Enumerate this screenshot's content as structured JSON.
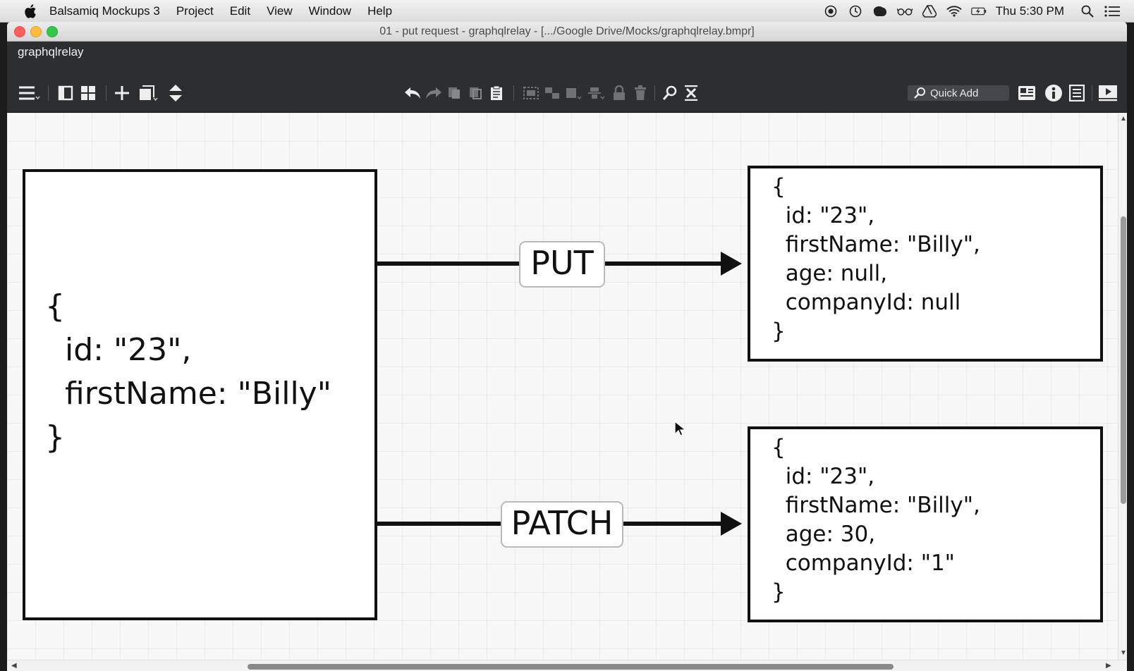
{
  "menubar": {
    "app": "Balsamiq Mockups 3",
    "items": [
      "Project",
      "Edit",
      "View",
      "Window",
      "Help"
    ],
    "clock": "Thu 5:30 PM"
  },
  "window": {
    "title": "01 - put request - graphqlrelay - [.../Google Drive/Mocks/graphqlrelay.bmpr]",
    "project_name": "graphqlrelay",
    "quick_add_label": "Quick Add"
  },
  "mockup": {
    "source_code": "{\n  id: \"23\",\n  firstName: \"Billy\"\n}",
    "put_label": "PUT",
    "patch_label": "PATCH",
    "put_result": "{\n  id: \"23\",\n  firstName: \"Billy\",\n  age: null,\n  companyId: null\n}",
    "patch_result": "{\n  id: \"23\",\n  firstName: \"Billy\",\n  age: 30,\n  companyId: \"1\"\n}"
  },
  "icons": {
    "toolbar_left": [
      "menu-icon",
      "single-pane-icon",
      "grid-view-icon",
      "add-icon",
      "duplicate-icon",
      "expand-icon"
    ],
    "toolbar_middle": [
      "undo-icon",
      "redo-icon",
      "copy-icon",
      "cut-icon",
      "paste-icon",
      "group-icon",
      "ungroup-icon",
      "arrange-icon",
      "align-icon",
      "lock-icon",
      "delete-icon",
      "find-icon",
      "clear-icon"
    ],
    "toolbar_right": [
      "switch-view-icon",
      "info-icon",
      "notes-icon",
      "presentation-icon"
    ]
  },
  "colors": {
    "toolbar_bg": "#2c2e30",
    "close": "#fc605c",
    "minimize": "#fdbc40",
    "maximize": "#34c84a"
  }
}
